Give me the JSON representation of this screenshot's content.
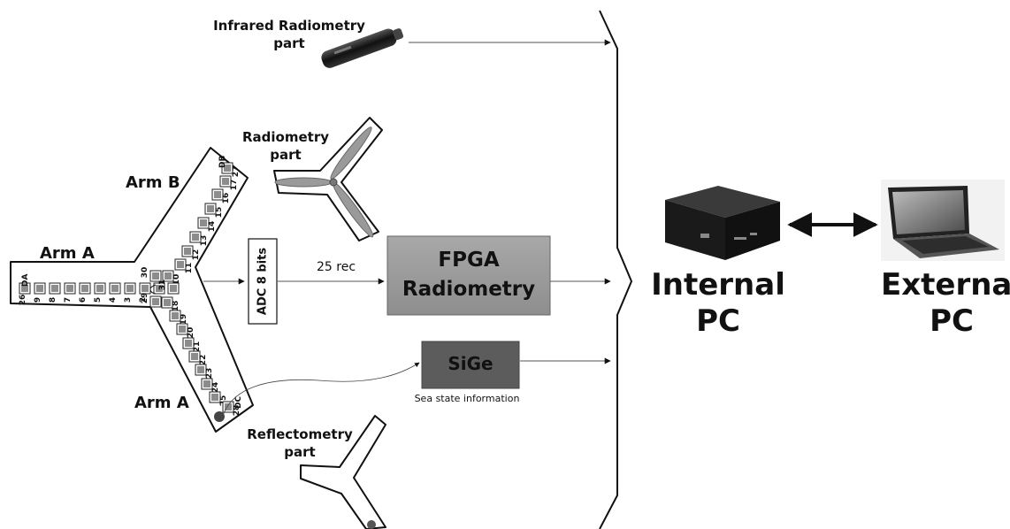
{
  "labels": {
    "infrared_line1": "Infrared Radiometry",
    "infrared_line2": "part",
    "radiometry_line1": "Radiometry",
    "radiometry_line2": "part",
    "arm_b": "Arm B",
    "arm_a_top": "Arm A",
    "arm_a_bottom": "Arm A",
    "adc": "ADC 8 bits",
    "rec": "25 rec",
    "fpga_line1": "FPGA",
    "fpga_line2": "Radiometry",
    "sige": "SiGe",
    "sea_state": "Sea state information",
    "reflectometry_line1": "Reflectometry",
    "reflectometry_line2": "part",
    "internal_line1": "Internal",
    "internal_line2": "PC",
    "external_line1": "External",
    "external_line2": "PC"
  },
  "antenna": {
    "arm_a_numbers": [
      "26",
      "9",
      "8",
      "7",
      "6",
      "5",
      "4",
      "3",
      "2",
      "1"
    ],
    "arm_a_marker": "DA",
    "arm_b_numbers": [
      "10",
      "11",
      "12",
      "13",
      "14",
      "15",
      "16",
      "17",
      "27"
    ],
    "arm_b_marker": "DB",
    "arm_c_numbers": [
      "18",
      "19",
      "20",
      "21",
      "22",
      "23",
      "24",
      "25",
      "28"
    ],
    "arm_c_marker": "DC",
    "center_numbers": [
      "30",
      "29",
      "31"
    ]
  },
  "colors": {
    "fpga_box": "#9e9e9e",
    "sige_box": "#5c5c5c",
    "line": "#111111",
    "element_fill": "#8c8c8c"
  }
}
